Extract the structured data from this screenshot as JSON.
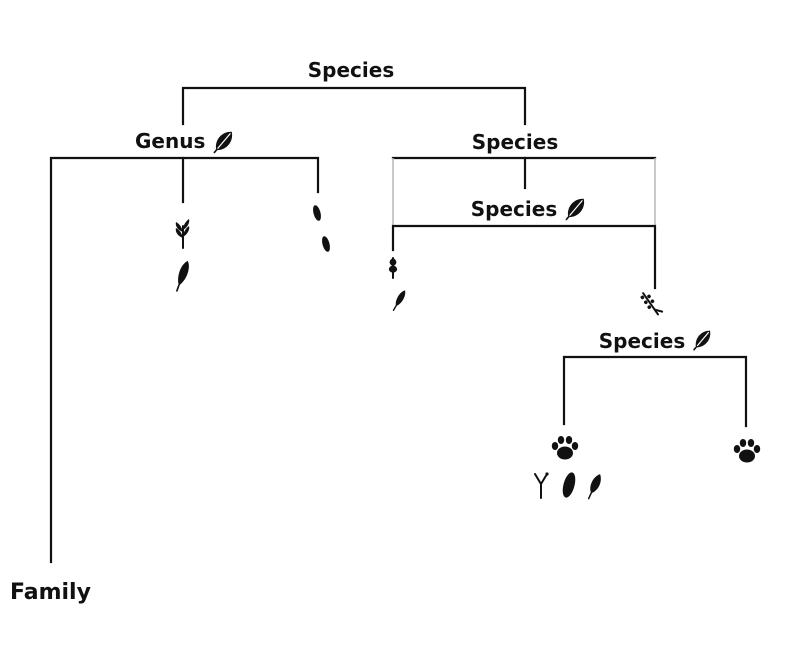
{
  "diagram": {
    "labels": {
      "root": "Species",
      "genus": "Genus",
      "species_right": "Species",
      "species_inner": "Species",
      "species_lower": "Species",
      "family": "Family"
    },
    "icons": {
      "leaf": "leaf-icon",
      "sprig": "sprig-icon",
      "seed": "seed-icon",
      "paw": "paw-print-icon",
      "twig": "twig-icon",
      "feather": "feather-icon"
    },
    "colors": {
      "ink": "#111111",
      "connector": "#bdbdbd",
      "background": "#ffffff"
    }
  }
}
